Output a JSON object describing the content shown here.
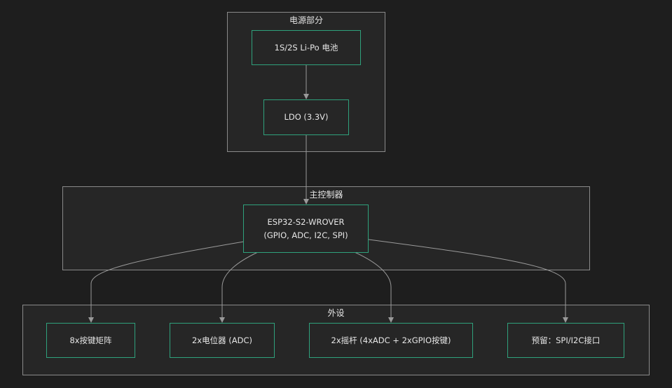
{
  "clusters": {
    "power": {
      "title": "电源部分"
    },
    "controller": {
      "title": "主控制器"
    },
    "peripherals": {
      "title": "外设"
    }
  },
  "nodes": {
    "battery": "1S/2S Li-Po 电池",
    "ldo": "LDO (3.3V)",
    "mcu_line1": "ESP32-S2-WROVER",
    "mcu_line2": "(GPIO, ADC, I2C, SPI)",
    "keys": "8x按键矩阵",
    "pots": "2x电位器 (ADC)",
    "joysticks": "2x摇杆 (4xADC + 2xGPIO按键)",
    "reserved": "预留：SPI/I2C接口"
  },
  "colors": {
    "background": "#1e1e1e",
    "cluster_fill": "#262626",
    "cluster_border": "#8a8a8a",
    "node_border": "#2fa17c",
    "edge": "#9a9a9a",
    "text": "#e6e6e6"
  }
}
